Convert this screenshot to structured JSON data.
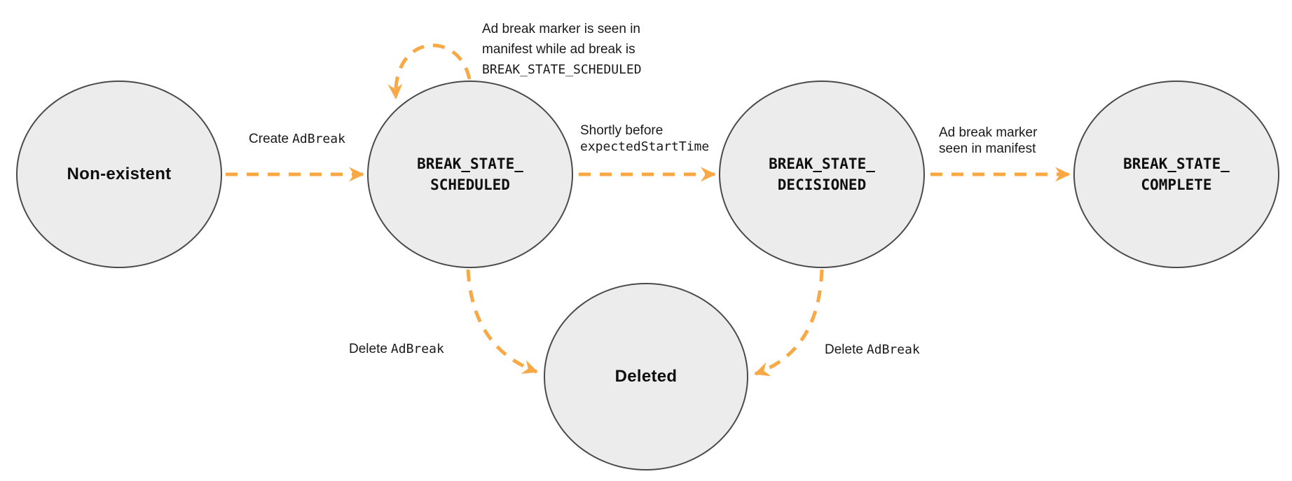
{
  "colors": {
    "arrow_orange": "#F8A845",
    "state_fill": "#ECECEC",
    "state_border": "#4A4A4A",
    "text": "#1A1A1A"
  },
  "states": {
    "non_existent": {
      "label": "Non-existent"
    },
    "scheduled": {
      "line1": "BREAK_STATE_",
      "line2": "SCHEDULED"
    },
    "decisioned": {
      "line1": "BREAK_STATE_",
      "line2": "DECISIONED"
    },
    "complete": {
      "line1": "BREAK_STATE_",
      "line2": "COMPLETE"
    },
    "deleted": {
      "label": "Deleted"
    }
  },
  "transitions": {
    "create": {
      "plain": "Create",
      "code": "AdBreak"
    },
    "self_loop": {
      "line1": "Ad break marker is seen in",
      "line2": "manifest while ad break is",
      "code": "BREAK_STATE_SCHEDULED"
    },
    "to_decisioned": {
      "plain": "Shortly before",
      "code": "expectedStartTime"
    },
    "to_complete": {
      "line1": "Ad break marker",
      "line2": "seen in manifest"
    },
    "delete_from_scheduled": {
      "plain": "Delete",
      "code": "AdBreak"
    },
    "delete_from_decisioned": {
      "plain": "Delete",
      "code": "AdBreak"
    }
  }
}
